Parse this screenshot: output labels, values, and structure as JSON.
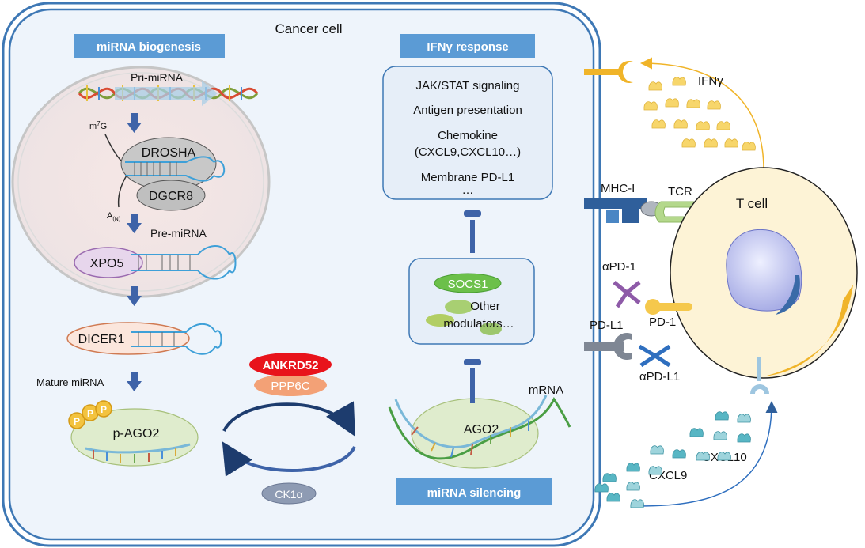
{
  "cell_label": "Cancer cell",
  "biogenesis": {
    "title": "miRNA biogenesis",
    "pri_mirna": "Pri-miRNA",
    "m7g_base": "m",
    "m7g_sup": "7",
    "m7g_end": "G",
    "drosha": "DROSHA",
    "dgcr8": "DGCR8",
    "poly_a": "A",
    "poly_a_sub": "(N)",
    "pre_mirna": "Pre-miRNA",
    "xpo5": "XPO5",
    "dicer": "DICER1",
    "mature": "Mature miRNA",
    "p_ago2": "p-AGO2",
    "phospho": "P"
  },
  "cycle": {
    "ankrd52": "ANKRD52",
    "ppp6c": "PPP6C",
    "ck1a": "CK1α"
  },
  "silencing": {
    "title": "miRNA silencing",
    "ago2": "AGO2",
    "mrna": "mRNA"
  },
  "ifng_response": {
    "title": "IFNγ response",
    "items": [
      "JAK/STAT signaling",
      "Antigen presentation",
      "Chemokine",
      "(CXCL9,CXCL10…)",
      "Membrane PD-L1",
      "…"
    ]
  },
  "modulators": {
    "socs1": "SOCS1",
    "other_line1": "Other",
    "other_line2": "modulators…"
  },
  "outside": {
    "ifng": "IFNγ",
    "mhc1": "MHC-I",
    "tcr": "TCR",
    "t_cell": "T cell",
    "apd1": "αPD-1",
    "pd1": "PD-1",
    "pdl1": "PD-L1",
    "apdl1": "αPD-L1",
    "cxcl10": "CXCL10",
    "cxcl9": "CXCL9"
  },
  "colors": {
    "cell_border": "#3e78b5",
    "cell_fill": "#eef4fb",
    "header_fill": "#5b9bd5",
    "arrow": "#3e63a8",
    "ankrd52": "#e8131b",
    "ppp6c": "#f3a176",
    "ck1a": "#8e9bb3",
    "socs1": "#6cc04a",
    "ifng": "#f5cd4c",
    "t_cell_fill": "#fdf3d6",
    "t_cell_ring": "#f0b429",
    "receptor_blue": "#2f5f9b",
    "cxcl": "#58b6c4"
  }
}
